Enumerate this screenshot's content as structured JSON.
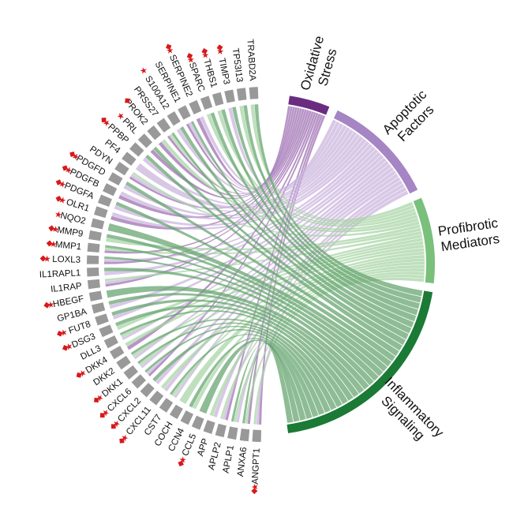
{
  "chart_data": {
    "type": "chord",
    "categories": [
      {
        "name": "Oxidative Stress",
        "lines": [
          "Oxidative",
          "Stress"
        ],
        "color": "#6a2c80",
        "ribbon": "#9b6bb0",
        "share": 0.09
      },
      {
        "name": "Apoptotic Factors",
        "lines": [
          "Apoptotic",
          "Factors"
        ],
        "color": "#a585c4",
        "ribbon": "#c9b3dc",
        "share": 0.25
      },
      {
        "name": "Profibrotic Mediators",
        "lines": [
          "Profibrotic",
          "Mediators"
        ],
        "color": "#79c07b",
        "ribbon": "#a6d4a4",
        "share": 0.19
      },
      {
        "name": "Inflammatory Signaling",
        "lines": [
          "Inflammatory",
          "Signaling"
        ],
        "color": "#1b7a35",
        "ribbon": "#62a26c",
        "share": 0.47
      }
    ],
    "genes": [
      {
        "name": "ANGPT1",
        "markers": "diamond-star"
      },
      {
        "name": "ANXA6",
        "markers": ""
      },
      {
        "name": "APLP1",
        "markers": ""
      },
      {
        "name": "APLP2",
        "markers": ""
      },
      {
        "name": "APP",
        "markers": ""
      },
      {
        "name": "CCL5",
        "markers": "diamond-star"
      },
      {
        "name": "CCN4",
        "markers": ""
      },
      {
        "name": "COCH",
        "markers": ""
      },
      {
        "name": "CST7",
        "markers": ""
      },
      {
        "name": "CXCL11",
        "markers": "diamond-star"
      },
      {
        "name": "CXCL2",
        "markers": "diamond-star"
      },
      {
        "name": "CXCL6",
        "markers": "diamond-star"
      },
      {
        "name": "DKK1",
        "markers": "diamond-star"
      },
      {
        "name": "DKK2",
        "markers": ""
      },
      {
        "name": "DKK4",
        "markers": "diamond-star"
      },
      {
        "name": "DLL3",
        "markers": ""
      },
      {
        "name": "DSG3",
        "markers": "diamond-star"
      },
      {
        "name": "FUT8",
        "markers": "diamond-star"
      },
      {
        "name": "GP1BA",
        "markers": ""
      },
      {
        "name": "HBEGF",
        "markers": "diamond-star"
      },
      {
        "name": "IL1RAP",
        "markers": ""
      },
      {
        "name": "IL1RAPL1",
        "markers": ""
      },
      {
        "name": "LOXL3",
        "markers": "diamond-star"
      },
      {
        "name": "MMP1",
        "markers": "diamond-star"
      },
      {
        "name": "MMP9",
        "markers": "diamond-star"
      },
      {
        "name": "NQO2",
        "markers": "star"
      },
      {
        "name": "OLR1",
        "markers": "diamond-star"
      },
      {
        "name": "PDGFA",
        "markers": "diamond-star"
      },
      {
        "name": "PDGFB",
        "markers": "diamond-star"
      },
      {
        "name": "PDGFD",
        "markers": "diamond-star"
      },
      {
        "name": "PDYN",
        "markers": ""
      },
      {
        "name": "PF4",
        "markers": ""
      },
      {
        "name": "PPBP",
        "markers": "diamond-star"
      },
      {
        "name": "PRL",
        "markers": "star"
      },
      {
        "name": "PROK2",
        "markers": "diamond"
      },
      {
        "name": "PRSS27",
        "markers": ""
      },
      {
        "name": "S100A12",
        "markers": "star"
      },
      {
        "name": "SERPINE1",
        "markers": ""
      },
      {
        "name": "SERPINE2",
        "markers": "diamond-star"
      },
      {
        "name": "SPARC",
        "markers": "diamond-star"
      },
      {
        "name": "THBS1",
        "markers": "diamond-star"
      },
      {
        "name": "TIMP3",
        "markers": "diamond-star"
      },
      {
        "name": "TP53I13",
        "markers": ""
      },
      {
        "name": "TRABD2A",
        "markers": ""
      }
    ],
    "gene_arc_color": "#999999",
    "legend": "none",
    "grid": false
  }
}
